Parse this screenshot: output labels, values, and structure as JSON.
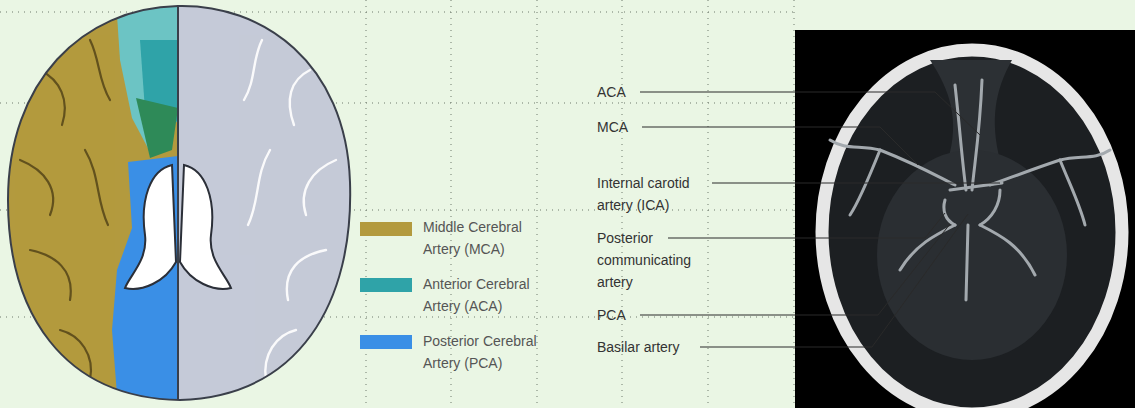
{
  "diagram": {
    "labels": [
      "ACA",
      "MCA",
      "Internal carotid artery (ICA)",
      "Posterior communicating artery",
      "PCA",
      "Basilar artery"
    ],
    "legend": [
      {
        "text": "Middle Cerebral Artery (MCA)",
        "color": "#b39a3e"
      },
      {
        "text": "Anterior Cerebral Artery (ACA)",
        "color": "#2fa3a8"
      },
      {
        "text": "Posterior Cerebral Artery (PCA)",
        "color": "#3a8fe6"
      }
    ]
  }
}
